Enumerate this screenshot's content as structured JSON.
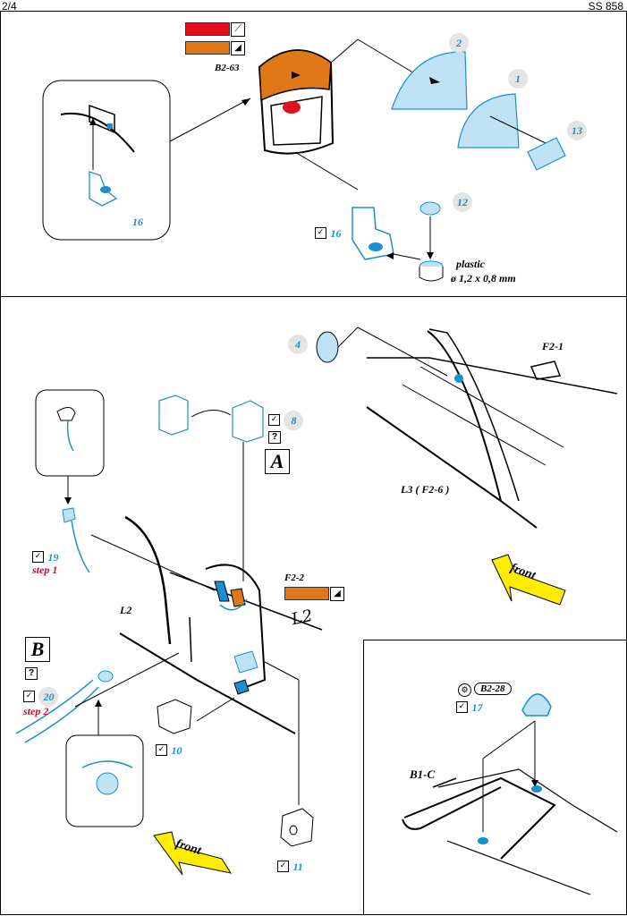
{
  "header": {
    "page": "2/4",
    "code": "SS 858"
  },
  "colors": {
    "red": "#e3101c",
    "orange": "#e07818",
    "blue": "#1a8fd0",
    "pe_fill": "#bfe3f5",
    "arrow_yellow": "#ffec00"
  },
  "section_top": {
    "color_ref": "B2-63",
    "parts": {
      "p2": "2",
      "p1": "1",
      "p13": "13",
      "p12": "12",
      "p16": "16",
      "inset16": "16"
    },
    "plastic_label": "plastic",
    "plastic_dims": "ø 1,2 x 0,8 mm"
  },
  "section_bottom": {
    "p4": "4",
    "f2_1": "F2-1",
    "l3": "L3 ( F2-6 )",
    "p8": "8",
    "q_mark": "?",
    "letter_a": "A",
    "letter_b": "B",
    "p19": "19",
    "step1": "step 1",
    "l2": "L2",
    "f2_2": "F2-2",
    "handwritten_l2": "L2",
    "p20": "20",
    "step2": "step 2",
    "p10": "10",
    "p11": "11",
    "front1": "front",
    "front2": "front"
  },
  "inset_br": {
    "ref": "B2-28",
    "p17": "17",
    "b1c": "B1-C"
  },
  "icons": [
    "check-icon",
    "brush-icon",
    "gradient-icon",
    "gear-icon"
  ]
}
